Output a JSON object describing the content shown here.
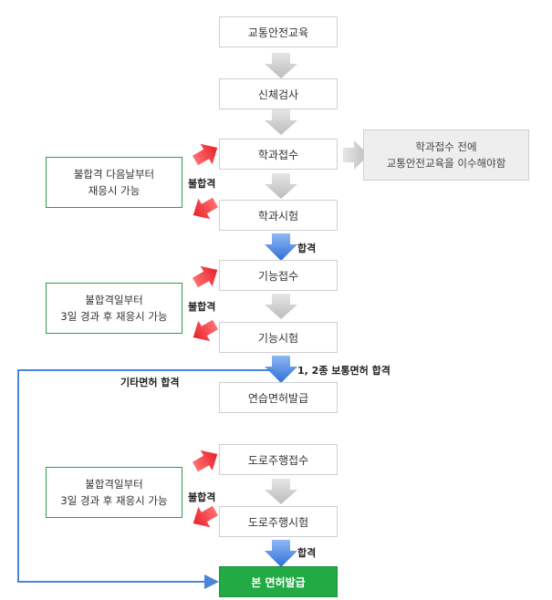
{
  "steps": [
    {
      "id": "s1",
      "label": "교통안전교육"
    },
    {
      "id": "s2",
      "label": "신체검사"
    },
    {
      "id": "s3",
      "label": "학과접수"
    },
    {
      "id": "s4",
      "label": "학과시험"
    },
    {
      "id": "s5",
      "label": "기능접수"
    },
    {
      "id": "s6",
      "label": "기능시험"
    },
    {
      "id": "s7",
      "label": "연습면허발급"
    },
    {
      "id": "s8",
      "label": "도로주행접수"
    },
    {
      "id": "s9",
      "label": "도로주행시험"
    },
    {
      "id": "s10",
      "label": "본 면허발급"
    }
  ],
  "notes": {
    "prereq": {
      "line1": "학과접수 전에",
      "line2": "교통안전교육을 이수해야함"
    },
    "fail1": {
      "line1": "불합격 다음날부터",
      "line2": "재응시 가능"
    },
    "fail2": {
      "line1": "불합격일부터",
      "line2": "3일 경과 후 재응시 가능"
    },
    "fail3": {
      "line1": "불합격일부터",
      "line2": "3일 경과 후 재응시 가능"
    }
  },
  "labels": {
    "fail": "불합격",
    "pass": "합격",
    "pass_1_2": "1, 2종 보통면허 합격",
    "other_license": "기타면허 합격"
  },
  "colors": {
    "final_box": "#22aa44",
    "note_border": "#2e9e45",
    "fail_arrow": "#e8202a",
    "pass_arrow": "#3d7fe0",
    "neutral_arrow": "#c4c4c4",
    "bypass_line": "#4a86d8"
  }
}
